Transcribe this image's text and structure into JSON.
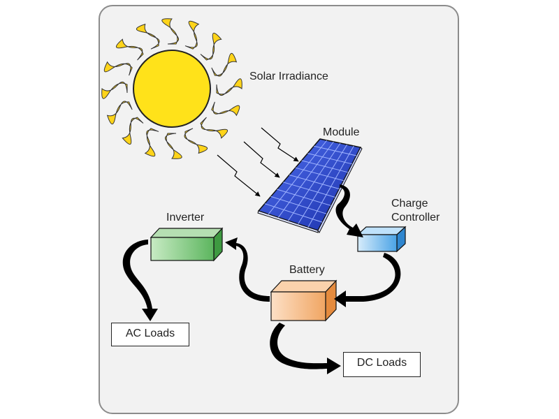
{
  "labels": {
    "solar_irradiance": "Solar Irradiance",
    "module": "Module",
    "charge_controller_line1": "Charge",
    "charge_controller_line2": "Controller",
    "inverter": "Inverter",
    "battery": "Battery",
    "ac_loads": "AC Loads",
    "dc_loads": "DC Loads"
  },
  "colors": {
    "sun": "#ffe21a",
    "sun_rays": "#ffd41a",
    "panel": "#2d4fd6",
    "controller": "#5fb0ea",
    "inverter": "#79c47a",
    "battery": "#f4b37c",
    "frame_bg": "#f2f2f2"
  }
}
